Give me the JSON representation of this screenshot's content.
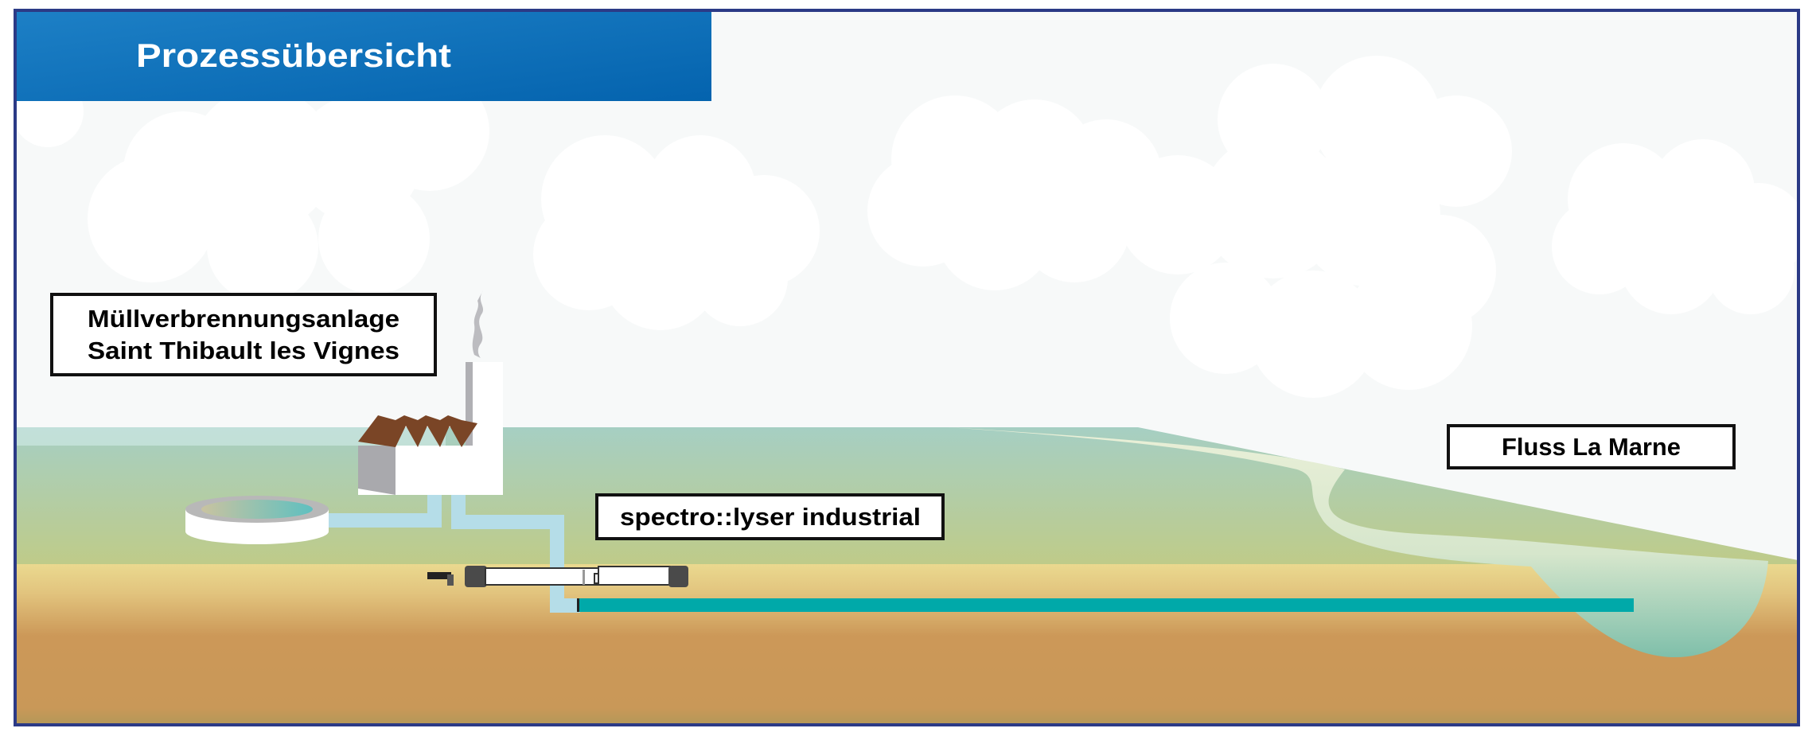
{
  "header": {
    "title": "Prozessübersicht"
  },
  "labels": {
    "plant_line1": "Müllverbrennungsanlage",
    "plant_line2": "Saint Thibault les Vignes",
    "sensor": "spectro::lyser industrial",
    "river": "Fluss La Marne"
  },
  "colors": {
    "frame": "#2b3a86",
    "title_bar": "#0a6db8",
    "sky": "#f7f9f9",
    "hill_top": "#a8d0c2",
    "hill_bottom": "#bdcb8c",
    "ground_top": "#e9d78e",
    "ground_mid": "#cc9858",
    "pipe_outflow": "#00a9a9",
    "pipe_light": "#b5dde8",
    "roof": "#7a4526"
  },
  "icons": [
    "factory-icon",
    "chimney-smoke-icon",
    "settling-tank-icon",
    "sensor-probe-icon",
    "river-icon"
  ]
}
